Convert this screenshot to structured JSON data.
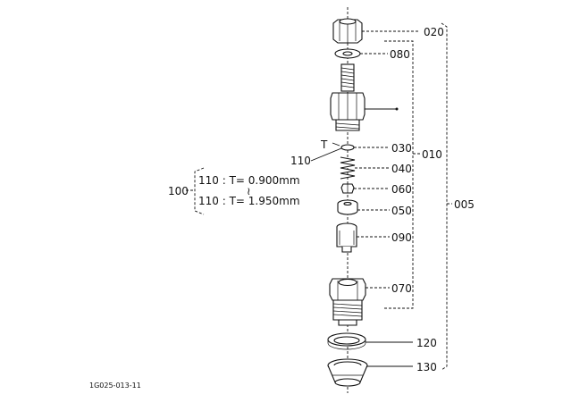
{
  "callouts": {
    "p020": "020",
    "p080": "080",
    "t_mark": "T",
    "p030": "030",
    "p110": "110",
    "p040": "040",
    "p010": "010",
    "p060": "060",
    "p050": "050",
    "p005": "005",
    "p090": "090",
    "p070": "070",
    "p120": "120",
    "p130": "130",
    "p100": "100"
  },
  "shim_options": {
    "line1": "110 : T= 0.900mm",
    "connector": "≀",
    "line2": "110 : T= 1.950mm"
  },
  "figure_code": "1G025-013-11"
}
